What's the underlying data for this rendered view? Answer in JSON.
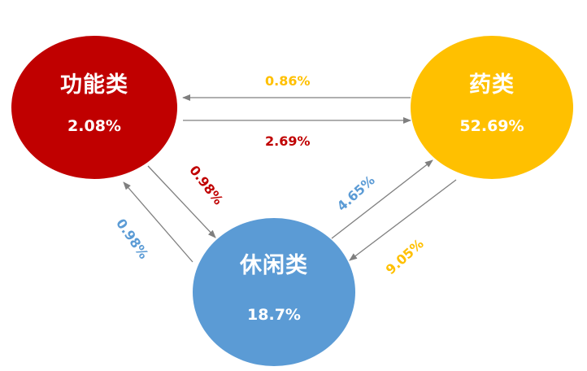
{
  "nodes": {
    "functional": {
      "name": "功能类",
      "value": "2.08%",
      "color": "#C00000"
    },
    "medicine": {
      "name": "药类",
      "value": "52.69%",
      "color": "#FFC000"
    },
    "leisure": {
      "name": "休闲类",
      "value": "18.7%",
      "color": "#5B9BD5"
    }
  },
  "flows": {
    "medicine_to_functional": {
      "value": "0.86%",
      "color": "#FFC000"
    },
    "functional_to_medicine": {
      "value": "2.69%",
      "color": "#C00000"
    },
    "functional_to_leisure": {
      "value": "0.98%",
      "color": "#C00000"
    },
    "leisure_to_functional": {
      "value": "0.98%",
      "color": "#5B9BD5"
    },
    "leisure_to_medicine": {
      "value": "4.65%",
      "color": "#5B9BD5"
    },
    "medicine_to_leisure": {
      "value": "9.05%",
      "color": "#FFC000"
    }
  },
  "arrow_color": "#7F7F7F"
}
